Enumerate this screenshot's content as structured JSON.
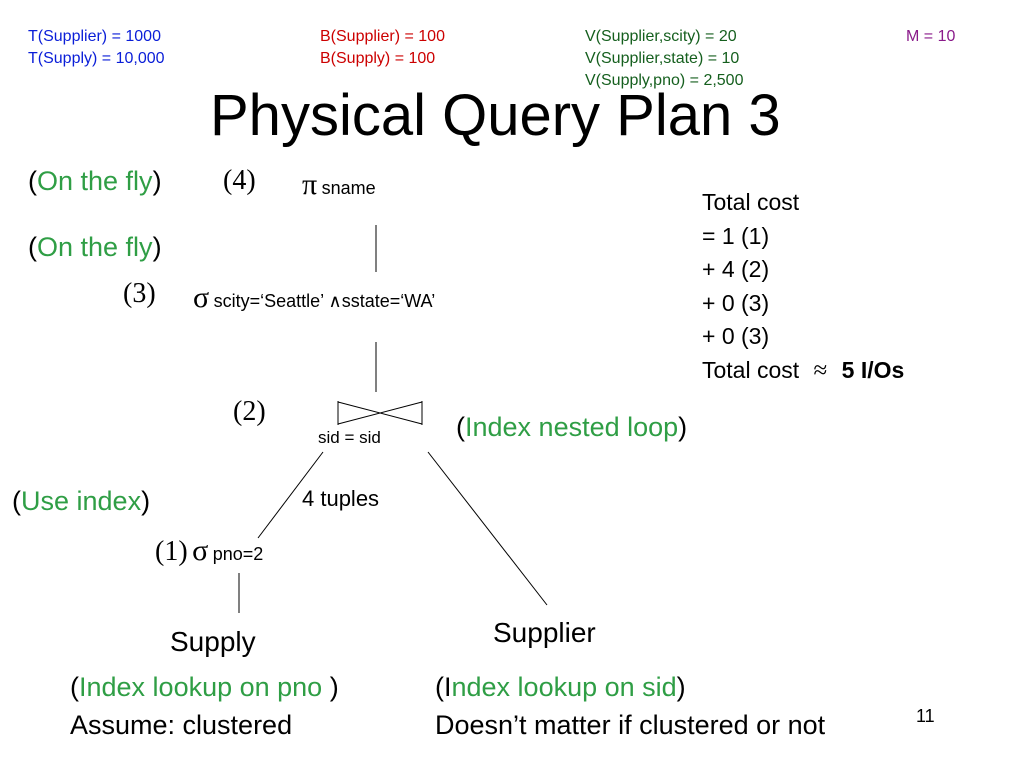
{
  "stats": {
    "t_supplier": "T(Supplier) = 1000",
    "t_supply": "T(Supply) = 10,000",
    "b_supplier": "B(Supplier) = 100",
    "b_supply": "B(Supply) = 100",
    "v_scity": "V(Supplier,scity) = 20",
    "v_state": "V(Supplier,state) = 10",
    "v_pno": "V(Supply,pno) = 2,500",
    "memory": "M = 10"
  },
  "title": "Physical Query Plan 3",
  "plan": {
    "step4": {
      "number": "(4)",
      "symbol": "π",
      "subscript": "sname",
      "method": {
        "open": "(",
        "text": "On the fly",
        "close": ")"
      }
    },
    "step3": {
      "number": "(3)",
      "symbol": "σ",
      "subscript_a": "scity=‘Seattle’ ",
      "and_symbol": "∧",
      "subscript_b": "sstate=‘WA’",
      "method": {
        "open": "(",
        "text": "On the fly",
        "close": ")"
      }
    },
    "step2": {
      "number": "(2)",
      "join_condition": "sid = sid",
      "method": {
        "open": "(",
        "text": "Index nested loop",
        "close": ")"
      }
    },
    "step1": {
      "number": "(1)",
      "symbol": "σ",
      "subscript": "pno=2",
      "method": {
        "open": "(",
        "text": "Use index",
        "close": ")"
      },
      "output_label": "4 tuples"
    },
    "left_leaf": {
      "name": "Supply",
      "access": {
        "open": "(",
        "text": "Index lookup on pno",
        "close": " )"
      },
      "assumption": "Assume: clustered"
    },
    "right_leaf": {
      "name": "Supplier",
      "access": {
        "open": "(I",
        "text": "ndex lookup on sid",
        "close": ")"
      },
      "assumption": "Doesn’t matter if clustered or not"
    }
  },
  "cost": {
    "heading": "Total cost",
    "lines": [
      "= 1 (1)",
      "+ 4 (2)",
      "+ 0 (3)",
      "+ 0 (3)"
    ],
    "total_label": "Total cost",
    "approx_symbol": "≈",
    "total_value": "5 I/Os"
  },
  "slide_number": "11",
  "colors": {
    "blue": "#0a1ed8",
    "red": "#cc0000",
    "dark_green": "#155f1e",
    "purple": "#8a1a8a",
    "green": "#2f9e45"
  }
}
